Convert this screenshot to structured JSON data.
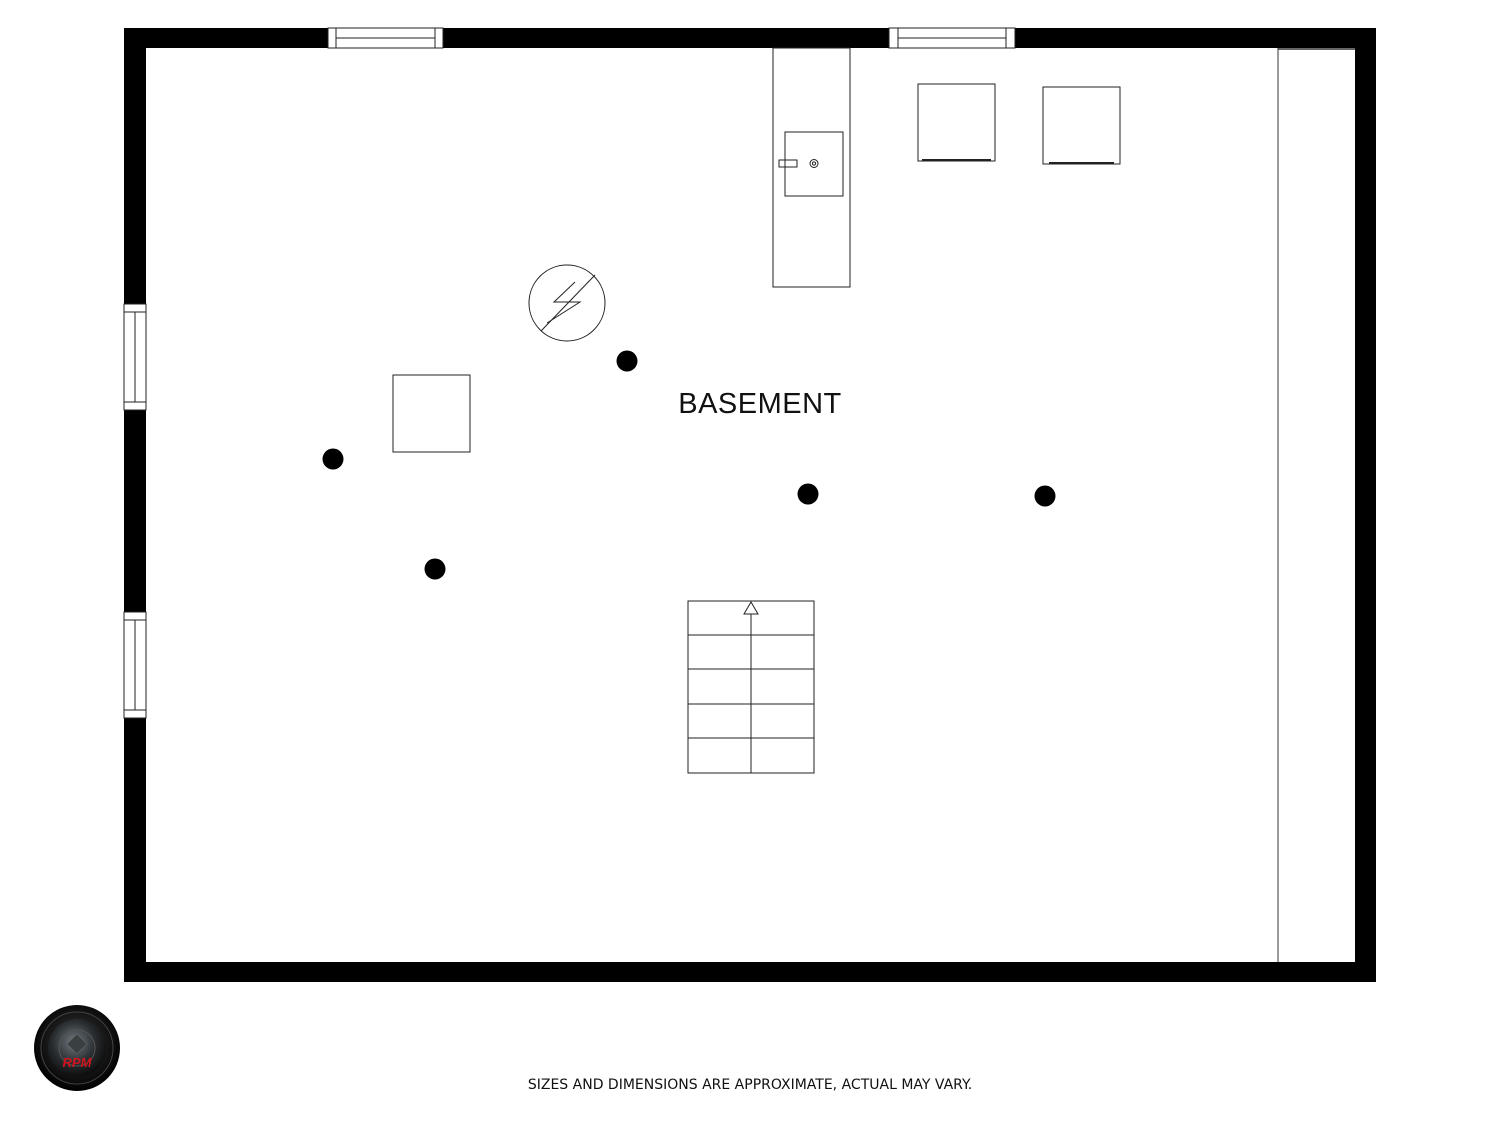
{
  "room": {
    "label": "BASEMENT"
  },
  "disclaimer": "SIZES AND DIMENSIONS ARE APPROXIMATE, ACTUAL MAY VARY.",
  "logo": {
    "text": "RPM",
    "accent_color": "#d0141e"
  },
  "colors": {
    "wall": "#000000",
    "line": "#222222",
    "background": "#ffffff"
  },
  "icons": {
    "electrical_panel": "electrical-panel-icon",
    "support_column": "support-column-icon",
    "stairs_arrow": "stairs-up-arrow-icon"
  }
}
